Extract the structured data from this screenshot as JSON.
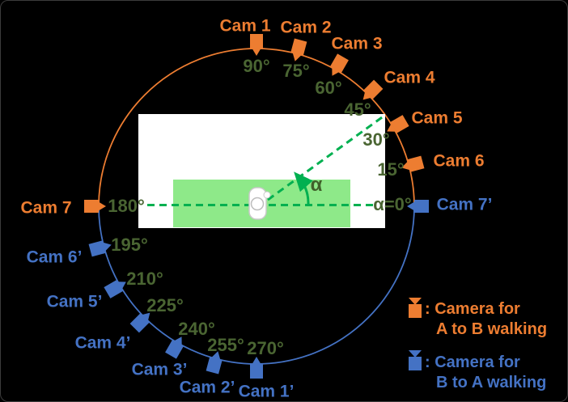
{
  "cameras": {
    "cam1": {
      "label": "Cam 1",
      "angle": "90°"
    },
    "cam2": {
      "label": "Cam 2",
      "angle": "75°"
    },
    "cam3": {
      "label": "Cam 3",
      "angle": "60°"
    },
    "cam4": {
      "label": "Cam 4",
      "angle": "45°"
    },
    "cam5": {
      "label": "Cam 5",
      "angle": "30°"
    },
    "cam6": {
      "label": "Cam 6",
      "angle": "15°"
    },
    "cam7": {
      "label": "Cam 7",
      "angle": "180°"
    },
    "cam7p": {
      "label": "Cam 7’",
      "angle": "α=0°"
    },
    "cam6p": {
      "label": "Cam 6’",
      "angle": "195°"
    },
    "cam5p": {
      "label": "Cam 5’",
      "angle": "210°"
    },
    "cam4p": {
      "label": "Cam 4’",
      "angle": "225°"
    },
    "cam3p": {
      "label": "Cam 3’",
      "angle": "240°"
    },
    "cam2p": {
      "label": "Cam 2’",
      "angle": "255°"
    },
    "cam1p": {
      "label": "Cam 1’",
      "angle": "270°"
    }
  },
  "alpha_symbol": "α",
  "legend": {
    "a_to_b": {
      "line1": ": Camera for",
      "line2": "A to B walking"
    },
    "b_to_a": {
      "line1": ": Camera for",
      "line2": "B to A walking"
    }
  },
  "colors": {
    "camera_a_to_b_orange": "#ED7D31",
    "camera_b_to_a_blue": "#4472C4",
    "angle_label_green": "#4A6532",
    "dashed_line_green": "#00B050",
    "walk_band_green": "#8EE989",
    "background": "#000000"
  }
}
